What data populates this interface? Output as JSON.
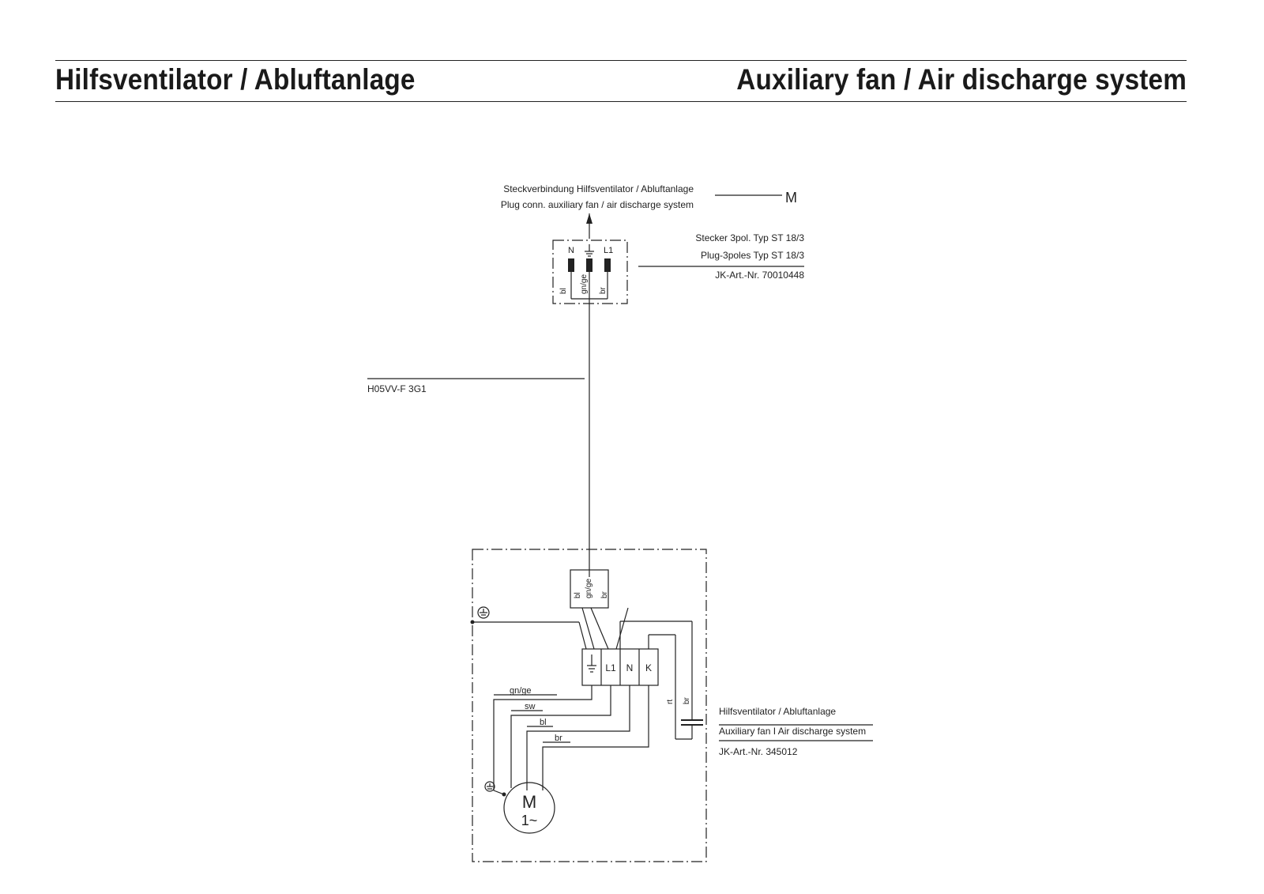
{
  "header": {
    "title_de": "Hilfsventilator / Abluftanlage",
    "title_en": "Auxiliary fan / Air discharge system"
  },
  "plug_connection": {
    "label_de": "Steckverbindung Hilfsventilator / Abluftanlage",
    "label_en": "Plug conn. auxiliary fan / air discharge system",
    "ref": "M"
  },
  "plug": {
    "label_de": "Stecker 3pol. Typ ST 18/3",
    "label_en": "Plug-3poles Typ ST 18/3",
    "part_no": "JK-Art.-Nr. 70010448",
    "pins": [
      "N",
      "L1"
    ],
    "wires": [
      "bl",
      "gn/ge",
      "br"
    ]
  },
  "cable": {
    "type": "H05VV-F 3G1"
  },
  "fan_unit": {
    "label_de": "Hilfsventilator / Abluftanlage",
    "label_en": "Auxiliary fan I Air discharge system",
    "part_no": "JK-Art.-Nr. 345012",
    "entry_wires": [
      "bl",
      "gn/ge",
      "br"
    ],
    "terminals": [
      "L1",
      "N",
      "K"
    ],
    "motor_wires": [
      "gn/ge",
      "sw",
      "bl",
      "br"
    ],
    "capacitor_wires": [
      "rt",
      "br"
    ],
    "motor": {
      "symbol": "M",
      "phase": "1~"
    }
  },
  "colors": {
    "line": "#222222",
    "background": "#ffffff"
  }
}
